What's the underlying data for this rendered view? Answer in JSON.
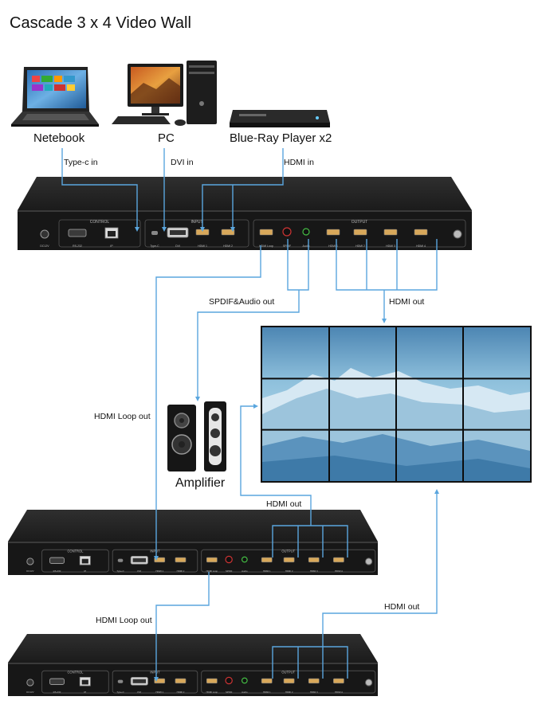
{
  "title": "Cascade 3 x 4 Video Wall",
  "sources": {
    "netebook": "Netebook",
    "pc": "PC",
    "bluray": "Blue-Ray Player x2"
  },
  "connections": {
    "typec_in": "Type-c in",
    "dvi_in": "DVI in",
    "hdmi_in": "HDMI in",
    "spdif_audio_out": "SPDIF&Audio out",
    "hdmi_out_top": "HDMI out",
    "hdmi_loop_out_1": "HDMI Loop out",
    "hdmi_out_middle": "HDMI out",
    "hdmi_loop_out_2": "HDMI Loop out",
    "hdmi_out_bottom": "HDMI out"
  },
  "amplifier": {
    "label": "Amplifier"
  },
  "switcher": {
    "section_control": "CONTROL",
    "section_input": "INPUT",
    "section_output": "OUTPUT",
    "ports": {
      "dc": "DC12V",
      "rs232": "RS-232",
      "ip": "IP",
      "typec": "Type-C",
      "dvi": "DVI",
      "hdmi1_in": "HDMI 1",
      "hdmi2_in": "HDMI 2",
      "hdmi_loop": "HDMI Loop",
      "spdif": "SPDIF",
      "audio": "Audio",
      "hdmi1_out": "HDMI 1",
      "hdmi2_out": "HDMI 2",
      "hdmi3_out": "HDMI 3",
      "hdmi4_out": "HDMI 4"
    }
  },
  "video_wall": {
    "rows": 3,
    "cols": 4
  },
  "colors": {
    "line": "#5aa6de",
    "chassis": "#1e1e1e",
    "chassis_top": "#2b2b2b",
    "port": "#b8b8b8",
    "sky": "#6fa6c9",
    "mountain": "#e8f2f8"
  }
}
